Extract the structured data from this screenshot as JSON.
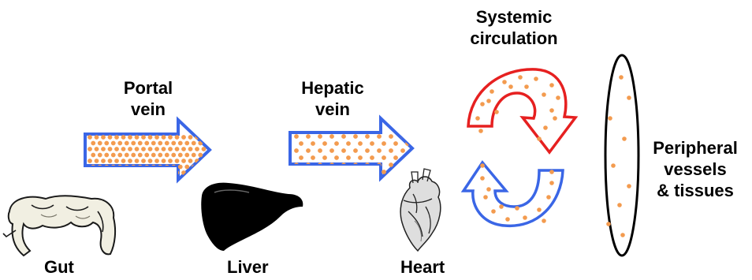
{
  "labels": {
    "portal_vein": [
      "Portal",
      "vein"
    ],
    "hepatic_vein": [
      "Hepatic",
      "vein"
    ],
    "systemic_circulation": [
      "Systemic",
      "circulation"
    ],
    "peripheral": [
      "Peripheral",
      "vessels",
      "& tissues"
    ],
    "gut": "Gut",
    "liver": "Liver",
    "heart": "Heart"
  },
  "colors": {
    "particle": "#f39b4f",
    "blue_outline": "#3a66e6",
    "red_outline": "#e62020",
    "organ_black": "#000000",
    "gut_fill": "#f1efe2",
    "ellipse_outline": "#000000"
  },
  "icons": [
    "gut-icon",
    "liver-icon",
    "heart-icon"
  ]
}
